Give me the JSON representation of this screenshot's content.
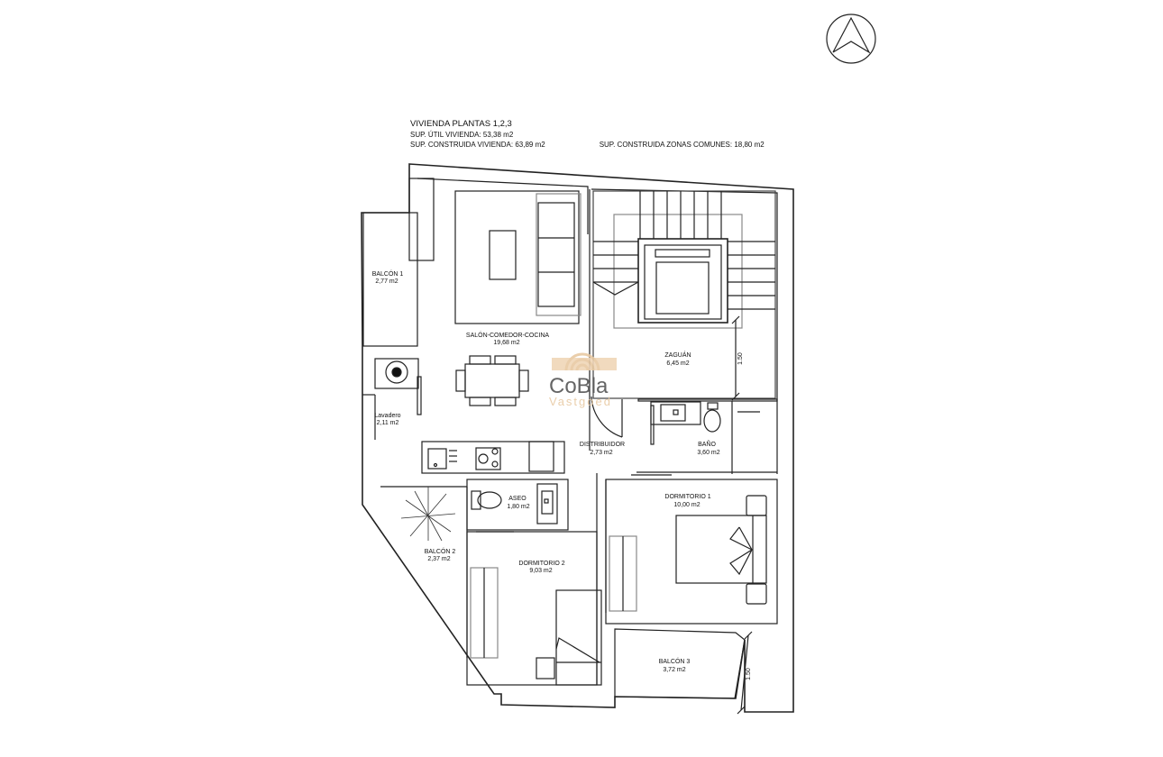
{
  "header": {
    "title": "VIVIENDA PLANTAS 1,2,3",
    "sup_util": "SUP. ÚTIL VIVIENDA: 53,38 m2",
    "sup_construida": "SUP. CONSTRUIDA VIVIENDA: 63,89 m2",
    "sup_comunes": "SUP. CONSTRUIDA ZONAS COMUNES: 18,80 m2"
  },
  "compass": {
    "icon": "north-arrow-icon"
  },
  "rooms": {
    "balcon1": {
      "name": "BALCÓN 1",
      "area": "2,77 m2"
    },
    "salon": {
      "name": "SALÓN-COMEDOR-COCINA",
      "area": "19,68 m2"
    },
    "zaguan": {
      "name": "ZAGUÁN",
      "area": "6,45 m2"
    },
    "lavadero": {
      "name": "Lavadero",
      "area": "2,11 m2"
    },
    "distribuidor": {
      "name": "DISTRIBUIDOR",
      "area": "2,73 m2"
    },
    "bano": {
      "name": "BAÑO",
      "area": "3,60 m2"
    },
    "aseo": {
      "name": "ASEO",
      "area": "1,80 m2"
    },
    "dormitorio1": {
      "name": "DORMITORIO 1",
      "area": "10,00 m2"
    },
    "balcon2": {
      "name": "BALCÓN 2",
      "area": "2,37 m2"
    },
    "dormitorio2": {
      "name": "DORMITORIO 2",
      "area": "9,03 m2"
    },
    "balcon3": {
      "name": "BALCÓN 3",
      "area": "3,72 m2"
    }
  },
  "dimensions": {
    "zaguan_width": "1.50",
    "balcon3_depth": "1.50"
  },
  "watermark": {
    "brand": "CoBla",
    "sub": "Vastgoed",
    "color": "#e8c9a2"
  }
}
